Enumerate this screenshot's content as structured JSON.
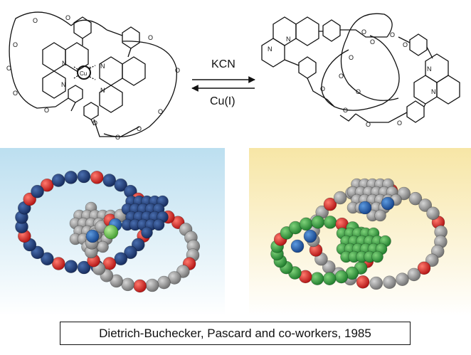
{
  "scheme": {
    "forward_reagent": "KCN",
    "reverse_reagent": "Cu(I)",
    "metal_label": "Cu",
    "metal_charge": "+",
    "atom_labels": {
      "nitrogen": "N",
      "oxygen": "O"
    }
  },
  "models": {
    "left": {
      "panel_gradient": [
        "#bcdff0",
        "#ffffff"
      ],
      "atom_colors": {
        "carbon_chain": "#1f3f7a",
        "oxygen": "#e32219",
        "ligand": "#8e8e8e",
        "nitrogen": "#1e5fb4",
        "copper": "#5dbb46"
      }
    },
    "right": {
      "panel_gradient": [
        "#f7e6a6",
        "#ffffff"
      ],
      "atom_colors": {
        "carbon_chain": "#8e8e8e",
        "oxygen": "#e32219",
        "ligand": "#2f9b3c",
        "nitrogen": "#1e5fb4"
      }
    }
  },
  "credit": "Dietrich-Buchecker, Pascard and co-workers, 1985"
}
